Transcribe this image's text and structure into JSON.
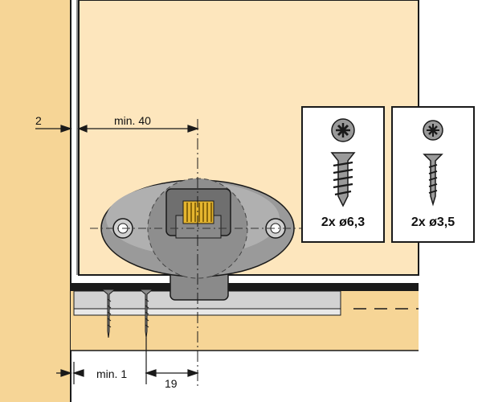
{
  "dimensions": {
    "gap": "2",
    "depth_min": "min. 40",
    "edge_min": "min. 1",
    "offset": "19"
  },
  "screws": [
    {
      "label": "2x ø6,3",
      "icon": "chipboard-screw-icon"
    },
    {
      "label": "2x ø3,5",
      "icon": "countersunk-screw-icon"
    }
  ],
  "colors": {
    "panel": "#fde6bd",
    "cabinet_side": "#f6d596",
    "rail": "#cfcfcf",
    "housing": "#8b8b8b",
    "latch": "#e5b52f",
    "outline": "#1a1a1a"
  }
}
